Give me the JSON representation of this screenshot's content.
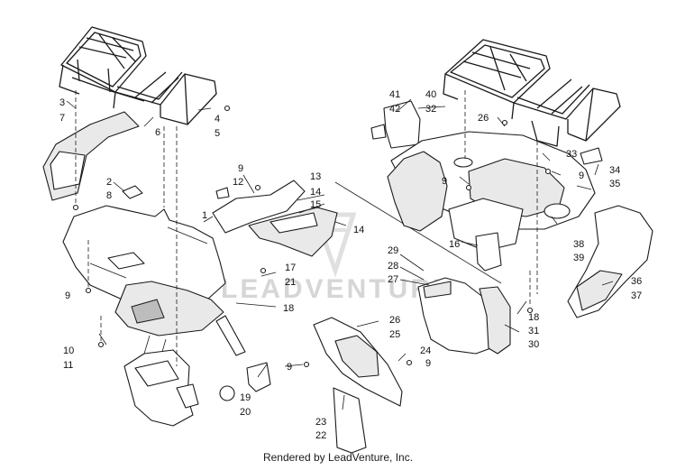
{
  "footer": {
    "text": "Rendered by LeadVenture, Inc."
  },
  "watermark": {
    "text": "LEADVENTURE"
  },
  "callouts": [
    "3",
    "7",
    "6",
    "4",
    "5",
    "2",
    "8",
    "9",
    "12",
    "1",
    "14",
    "15",
    "14",
    "13",
    "17",
    "21",
    "18",
    "9",
    "10",
    "11",
    "19",
    "20",
    "9",
    "26",
    "25",
    "24",
    "9",
    "23",
    "22",
    "41",
    "42",
    "40",
    "32",
    "26",
    "9",
    "33",
    "9",
    "34",
    "35",
    "16",
    "38",
    "39",
    "36",
    "37",
    "29",
    "28",
    "27",
    "18",
    "31",
    "30"
  ],
  "colors": {
    "line": "#1a1a1a",
    "fill": "#ffffff",
    "shade": "#e9e9e9"
  }
}
